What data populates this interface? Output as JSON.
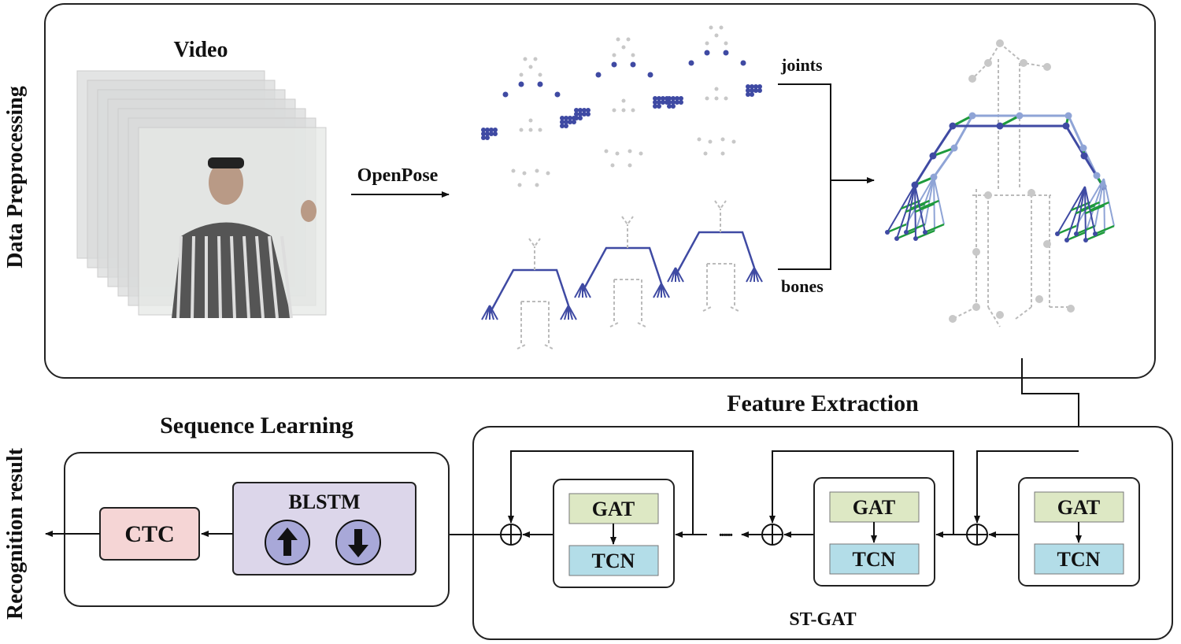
{
  "sections": {
    "preprocessing": "Data Preprocessing",
    "recognition": "Recognition result",
    "feature_extraction": "Feature Extraction",
    "sequence_learning": "Sequence Learning"
  },
  "preprocessing": {
    "video_label": "Video",
    "openpose_label": "OpenPose",
    "joints_label": "joints",
    "bones_label": "bones"
  },
  "feature": {
    "blocks": [
      {
        "gat": "GAT",
        "tcn": "TCN"
      },
      {
        "gat": "GAT",
        "tcn": "TCN"
      },
      {
        "gat": "GAT",
        "tcn": "TCN"
      }
    ],
    "ellipsis": "······",
    "model_label": "ST-GAT"
  },
  "sequence": {
    "ctc": "CTC",
    "blstm": "BLSTM",
    "up_icon": "arrow-up-icon",
    "down_icon": "arrow-down-icon"
  },
  "colors": {
    "joint_dark": "#3f4aa3",
    "joint_light": "#8fa4d6",
    "temporal_edge": "#1e9a3c",
    "gat_fill": "#dde8c4",
    "tcn_fill": "#b3dde8",
    "ctc_fill": "#f5d5d5",
    "blstm_fill": "#dcd6ea",
    "blstm_circle": "#a8a8d8"
  }
}
